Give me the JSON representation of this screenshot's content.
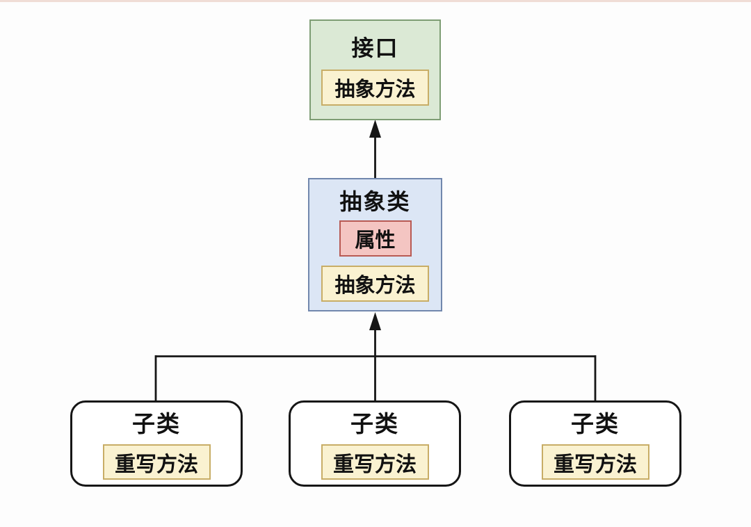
{
  "diagram": {
    "nodes": {
      "interface": {
        "title": "接口",
        "method": "抽象方法"
      },
      "abstract_class": {
        "title": "抽象类",
        "attribute": "属性",
        "method": "抽象方法"
      }
    },
    "subclasses": [
      {
        "title": "子类",
        "method": "重写方法"
      },
      {
        "title": "子类",
        "method": "重写方法"
      },
      {
        "title": "子类",
        "method": "重写方法"
      }
    ],
    "connections": [
      {
        "from": "abstract_class",
        "to": "interface",
        "style": "solid-line-up-arrow"
      },
      {
        "from": "subclass_1",
        "to": "abstract_class",
        "style": "solid-line-up-arrow"
      },
      {
        "from": "subclass_2",
        "to": "abstract_class",
        "style": "solid-line-up-arrow"
      },
      {
        "from": "subclass_3",
        "to": "abstract_class",
        "style": "solid-line-up-arrow"
      }
    ],
    "colors": {
      "canvas_bg": "#fdfdfd",
      "interface_bg": "#dbe9d5",
      "interface_border": "#7e9d74",
      "abstract_bg": "#dce6f5",
      "abstract_border": "#7187ad",
      "attribute_bg": "#f4c5c2",
      "attribute_border": "#b85a54",
      "method_bg": "#faf2d1",
      "method_border": "#c8ad66",
      "subclass_bg": "#ffffff",
      "subclass_border": "#161616",
      "line": "#161616"
    }
  }
}
